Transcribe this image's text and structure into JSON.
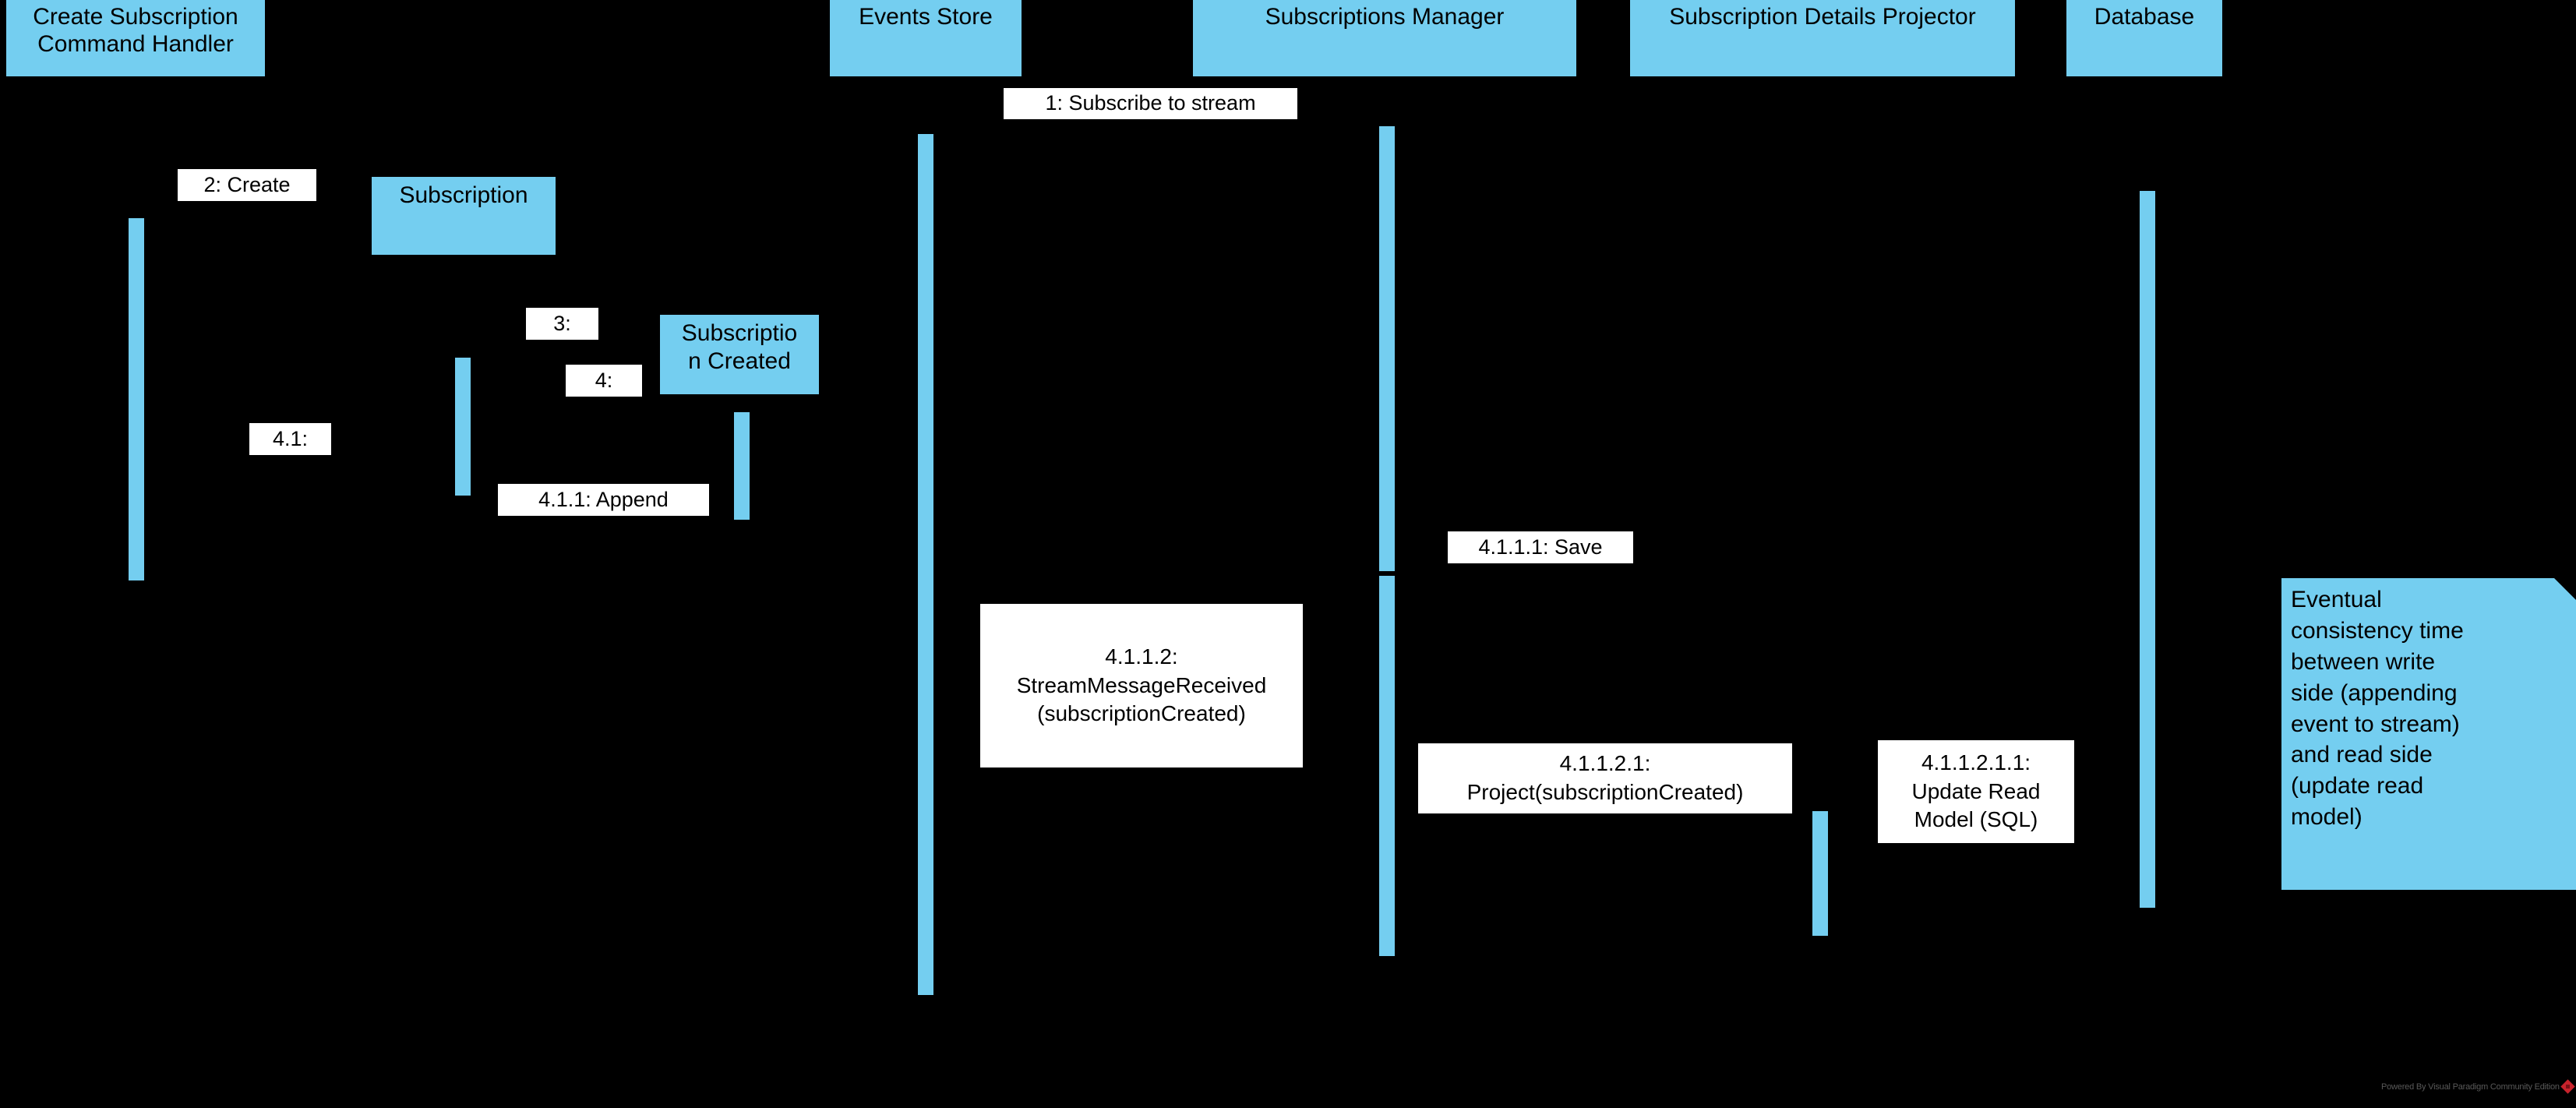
{
  "diagram": {
    "type": "uml-sequence-diagram",
    "background_color": "#000000",
    "accent_color": "#74CEF0",
    "label_background": "#FFFFFF",
    "text_color": "#000000"
  },
  "lifelines": [
    {
      "name": "create-subscription-command-handler",
      "label": "Create Subscription\nCommand Handler"
    },
    {
      "name": "events-store",
      "label": "Events Store"
    },
    {
      "name": "subscriptions-manager",
      "label": "Subscriptions Manager"
    },
    {
      "name": "subscription-details-projector",
      "label": "Subscription Details Projector"
    },
    {
      "name": "database",
      "label": "Database"
    }
  ],
  "objects": [
    {
      "name": "subscription",
      "label": "Subscription"
    },
    {
      "name": "subscription-created",
      "label": "Subscriptio\nn Created"
    }
  ],
  "messages": [
    {
      "name": "subscribe-to-stream",
      "label": "1: Subscribe to stream"
    },
    {
      "name": "create",
      "label": "2: Create"
    },
    {
      "name": "step-3",
      "label": "3:"
    },
    {
      "name": "step-4",
      "label": "4:"
    },
    {
      "name": "step-4-1",
      "label": "4.1:"
    },
    {
      "name": "append",
      "label": "4.1.1: Append"
    },
    {
      "name": "save",
      "label": "4.1.1.1: Save"
    },
    {
      "name": "stream-message-received",
      "label": "4.1.1.2:\nStreamMessageReceived\n(subscriptionCreated)"
    },
    {
      "name": "project",
      "label": "4.1.1.2.1:\nProject(subscriptionCreated)"
    },
    {
      "name": "update-read-model",
      "label": "4.1.1.2.1.1:\nUpdate Read\nModel (SQL)"
    }
  ],
  "note": {
    "name": "eventual-consistency-note",
    "text": "Eventual\nconsistency time\nbetween write\nside (appending\nevent to stream)\nand read side\n(update read\nmodel)"
  },
  "watermark": {
    "text": "Powered By Visual Paradigm Community Edition"
  }
}
